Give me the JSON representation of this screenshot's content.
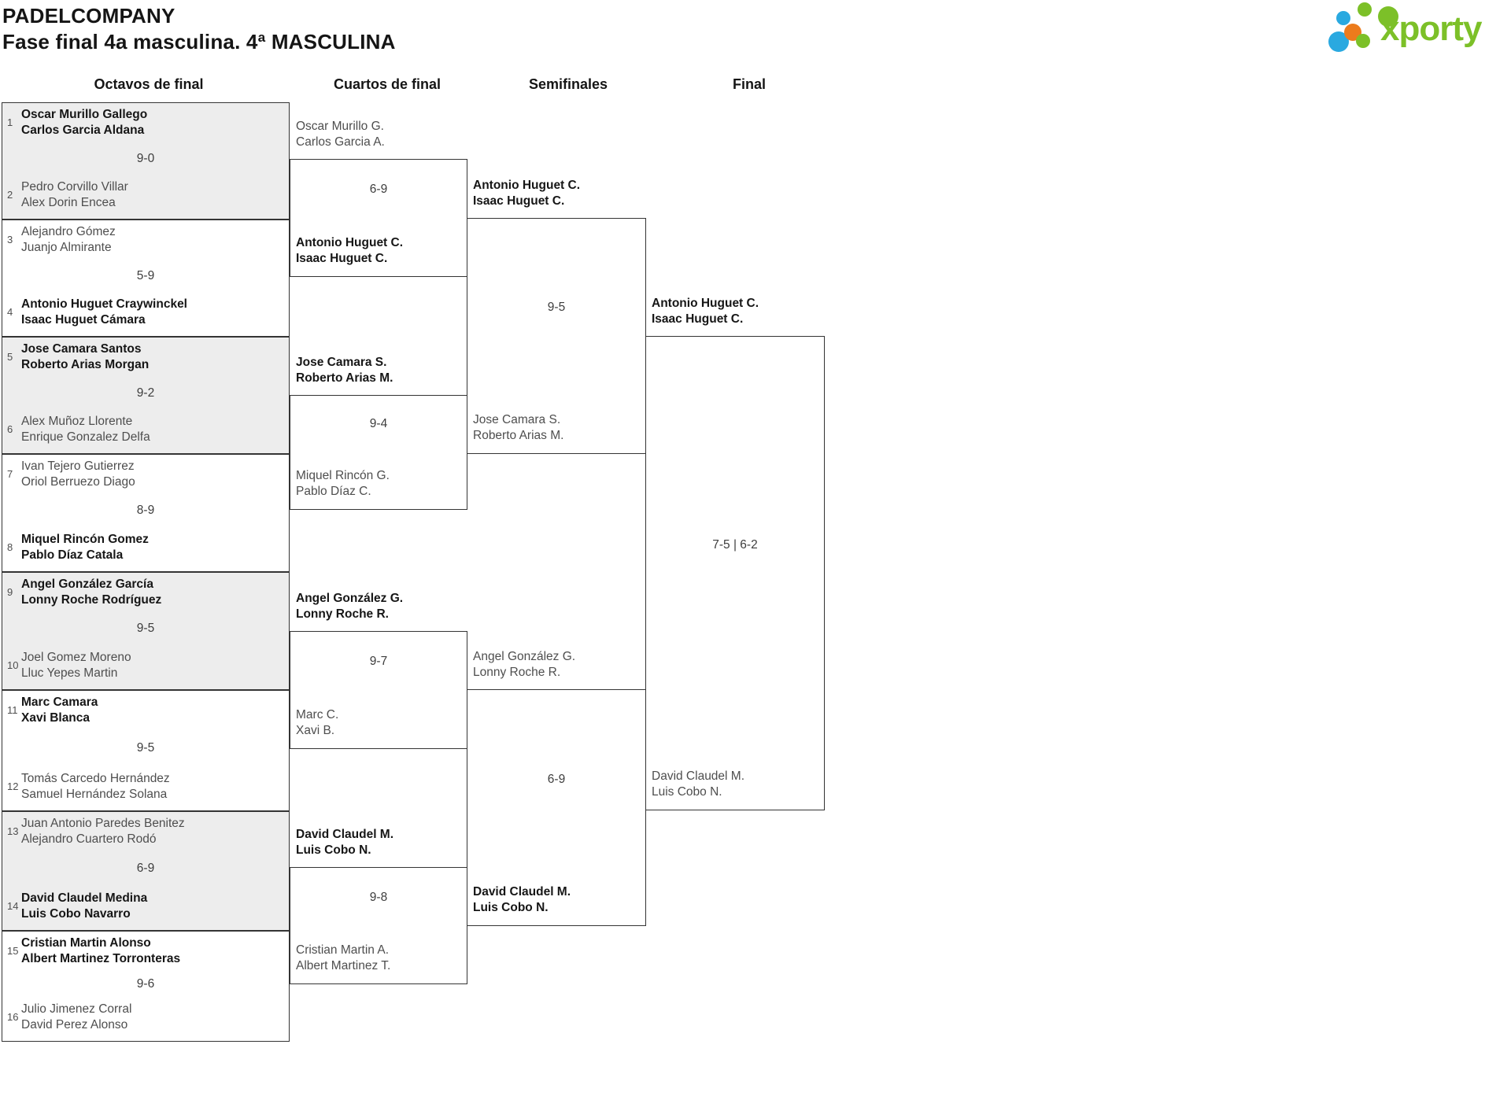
{
  "title": {
    "line1": "PADELCOMPANY",
    "line2": "Fase final 4a masculina. 4ª MASCULINA"
  },
  "logo": {
    "brand": "xporty",
    "text_color": "#7cc028",
    "dot_colors": {
      "green": "#7cc028",
      "blue": "#2aa9e0",
      "orange": "#ec7b1c"
    }
  },
  "round_headers": [
    "Octavos de final",
    "Cuartos de final",
    "Semifinales",
    "Final"
  ],
  "octavos": [
    {
      "seed_top": "1",
      "top": [
        "Oscar Murillo Gallego",
        "Carlos Garcia Aldana"
      ],
      "score": "9-0",
      "seed_bottom": "2",
      "bottom": [
        "Pedro Corvillo Villar",
        "Alex Dorin Encea"
      ],
      "winner": "top"
    },
    {
      "seed_top": "3",
      "top": [
        "Alejandro Gómez",
        "Juanjo Almirante"
      ],
      "score": "5-9",
      "seed_bottom": "4",
      "bottom": [
        "Antonio Huguet Craywinckel",
        "Isaac Huguet Cámara"
      ],
      "winner": "bottom"
    },
    {
      "seed_top": "5",
      "top": [
        "Jose Camara Santos",
        "Roberto Arias Morgan"
      ],
      "score": "9-2",
      "seed_bottom": "6",
      "bottom": [
        "Alex Muñoz Llorente",
        "Enrique Gonzalez Delfa"
      ],
      "winner": "top"
    },
    {
      "seed_top": "7",
      "top": [
        "Ivan Tejero Gutierrez",
        "Oriol Berruezo Diago"
      ],
      "score": "8-9",
      "seed_bottom": "8",
      "bottom": [
        "Miquel Rincón Gomez",
        "Pablo Díaz Catala"
      ],
      "winner": "bottom"
    },
    {
      "seed_top": "9",
      "top": [
        "Angel González García",
        "Lonny Roche Rodríguez"
      ],
      "score": "9-5",
      "seed_bottom": "10",
      "bottom": [
        "Joel Gomez Moreno",
        "Lluc Yepes Martin"
      ],
      "winner": "top"
    },
    {
      "seed_top": "11",
      "top": [
        "Marc Camara",
        "Xavi Blanca"
      ],
      "score": "9-5",
      "seed_bottom": "12",
      "bottom": [
        "Tomás Carcedo Hernández",
        "Samuel Hernández Solana"
      ],
      "winner": "top"
    },
    {
      "seed_top": "13",
      "top": [
        "Juan Antonio Paredes Benitez",
        "Alejandro Cuartero Rodó"
      ],
      "score": "6-9",
      "seed_bottom": "14",
      "bottom": [
        "David Claudel Medina",
        "Luis Cobo Navarro"
      ],
      "winner": "bottom"
    },
    {
      "seed_top": "15",
      "top": [
        "Cristian Martin Alonso",
        "Albert Martinez Torronteras"
      ],
      "score": "9-6",
      "seed_bottom": "16",
      "bottom": [
        "Julio Jimenez Corral",
        "David Perez Alonso"
      ],
      "winner": "top"
    }
  ],
  "cuartos": [
    {
      "top": [
        "Oscar Murillo G.",
        "Carlos Garcia A."
      ],
      "score": "6-9",
      "bottom": [
        "Antonio Huguet C.",
        "Isaac Huguet C."
      ],
      "winner": "bottom"
    },
    {
      "top": [
        "Jose Camara S.",
        "Roberto Arias M."
      ],
      "score": "9-4",
      "bottom": [
        "Miquel Rincón G.",
        "Pablo Díaz C."
      ],
      "winner": "top"
    },
    {
      "top": [
        "Angel González G.",
        "Lonny Roche R."
      ],
      "score": "9-7",
      "bottom": [
        "Marc C.",
        "Xavi B."
      ],
      "winner": "top"
    },
    {
      "top": [
        "David Claudel M.",
        "Luis Cobo N."
      ],
      "score": "9-8",
      "bottom": [
        "Cristian Martin A.",
        "Albert Martinez T."
      ],
      "winner": "top"
    }
  ],
  "semifinales": [
    {
      "top": [
        "Antonio Huguet C.",
        "Isaac Huguet C."
      ],
      "score": "9-5",
      "bottom": [
        "Jose Camara S.",
        "Roberto Arias M."
      ],
      "winner": "top"
    },
    {
      "top": [
        "Angel González G.",
        "Lonny Roche R."
      ],
      "score": "6-9",
      "bottom": [
        "David Claudel M.",
        "Luis Cobo N."
      ],
      "winner": "bottom"
    }
  ],
  "final": {
    "top": [
      "Antonio Huguet C.",
      "Isaac Huguet C."
    ],
    "score": "7-5 | 6-2",
    "bottom": [
      "David Claudel M.",
      "Luis Cobo N."
    ],
    "winner": "top"
  },
  "colors": {
    "box_grey": "#ededed",
    "border": "#343434",
    "winner_text": "#161616",
    "loser_text": "#4e4e4e"
  }
}
